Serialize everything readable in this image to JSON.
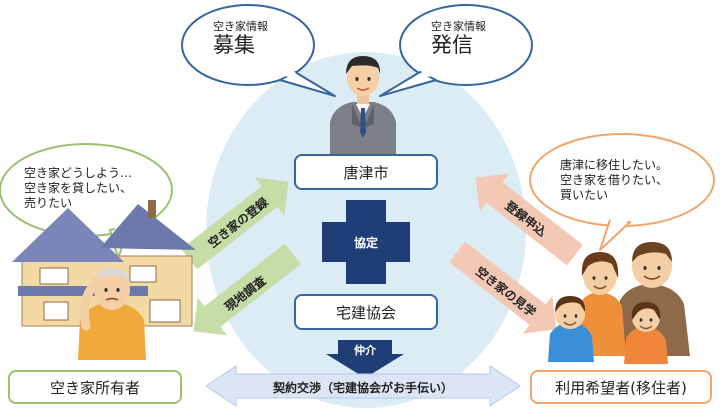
{
  "bubble_recruit": {
    "line1": "空き家情報",
    "line2": "募集"
  },
  "bubble_send": {
    "line1": "空き家情報",
    "line2": "発信"
  },
  "owner_bubble": {
    "lines": [
      "空き家どうしよう…",
      "空き家を貸したい、",
      "売りたい"
    ]
  },
  "migrant_bubble": {
    "lines": [
      "唐津に移住したい。",
      "空き家を借りたい、",
      "買いたい"
    ]
  },
  "city_box": "唐津市",
  "agreement_label": "協定",
  "realty_box": "宅建協会",
  "mediation_label": "仲介",
  "owner_box": "空き家所有者",
  "migrant_box": "利用希望者(移住者)",
  "arrows": {
    "owner_register": "空き家の登録",
    "site_survey": "現地調査",
    "apply_register": "登録申込",
    "viewing": "空き家の見学",
    "negotiation": "契約交渉（宅建協会がお手伝い）"
  },
  "colors": {
    "circle": "#dcecf5",
    "green_arrow": "#c5dea8",
    "pink_arrow": "#f3c9b6",
    "navy": "#1f3e78",
    "owner_border": "#9cc070",
    "migrant_border": "#f1a56c",
    "bubble_border": "#36659f"
  }
}
